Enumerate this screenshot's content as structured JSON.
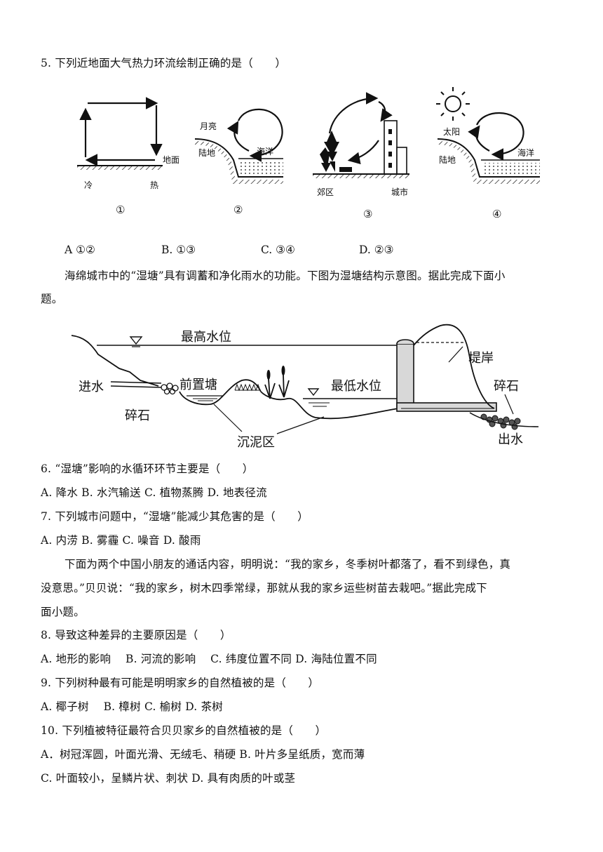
{
  "q5": {
    "stem": "5. 下列近地面大气热力环流绘制正确的是（　　）",
    "fig1": {
      "ground": "地面",
      "cold": "冷",
      "hot": "热",
      "num": "①"
    },
    "fig2": {
      "moon": "月亮",
      "land": "陆地",
      "ocean": "海洋",
      "num": "②"
    },
    "fig3": {
      "suburb": "郊区",
      "city": "城市",
      "num": "③"
    },
    "fig4": {
      "sun": "太阳",
      "land": "陆地",
      "ocean": "海洋",
      "num": "④"
    },
    "options": [
      "A ①②",
      "B. ①③",
      "C. ③④",
      "D. ②③"
    ]
  },
  "intro1": {
    "line1": "海绵城市中的“湿塘”具有调蓄和净化雨水的功能。下图为湿塘结构示意图。据此完成下面小",
    "line2": "题。"
  },
  "wetpond": {
    "max_level": "最高水位",
    "min_level": "最低水位",
    "bank": "堤岸",
    "inlet": "进水",
    "gravel_left": "碎石",
    "fore_pond": "前置塘",
    "gravel_right": "碎石",
    "silt": "沉泥区",
    "outlet": "出水"
  },
  "q6": {
    "stem": "6. “湿塘”影响的水循环环节主要是（　　）",
    "options": "A. 降水  B. 水汽输送  C. 植物蒸腾  D. 地表径流"
  },
  "q7": {
    "stem": "7. 下列城市问题中，“湿塘”能减少其危害的是（　　）",
    "options": "A. 内涝  B. 雾霾  C. 噪音  D. 酸雨"
  },
  "intro2": {
    "line1": "下面为两个中国小朋友的通话内容，明明说：“我的家乡，冬季树叶都落了，看不到绿色，真",
    "line2": "没意思。”贝贝说：“我的家乡，树木四季常绿，那就从我的家乡运些树苗去栽吧。”据此完成下",
    "line3": "面小题。"
  },
  "q8": {
    "stem": "8. 导致这种差异的主要原因是（　　）",
    "options": "A. 地形的影响　  B. 河流的影响　  C. 纬度位置不同  D. 海陆位置不同"
  },
  "q9": {
    "stem": "9. 下列树种最有可能是明明家乡的自然植被的是（　　）",
    "options": "A. 椰子树　  B. 樟树  C. 榆树  D. 茶树"
  },
  "q10": {
    "stem": "10. 下列植被特征最符合贝贝家乡的自然植被的是（　　）",
    "options1": "A．树冠浑圆，叶面光滑、无绒毛、稍硬 B. 叶片多呈纸质，宽而薄",
    "options2": "C. 叶面较小，呈鳞片状、刺状  D. 具有肉质的叶或茎"
  }
}
